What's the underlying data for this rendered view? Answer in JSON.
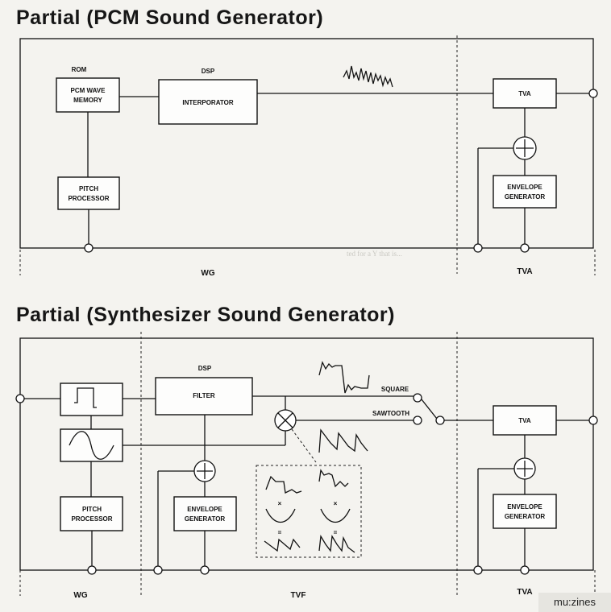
{
  "pcm": {
    "title": "Partial (PCM Sound Generator)",
    "rom_label": "ROM",
    "rom_box": [
      "PCM WAVE",
      "MEMORY"
    ],
    "dsp_label": "DSP",
    "dsp_box": "INTERPORATOR",
    "pitch_box": [
      "PITCH",
      "PROCESSOR"
    ],
    "tva_box": "TVA",
    "env_box": [
      "ENVELOPE",
      "GENERATOR"
    ],
    "section_wg": "WG",
    "section_tva": "TVA"
  },
  "synth": {
    "title": "Partial (Synthesizer Sound Generator)",
    "dsp_label": "DSP",
    "filter_box": "FILTER",
    "pitch_box": [
      "PITCH",
      "PROCESSOR"
    ],
    "env_box": [
      "ENVELOPE",
      "GENERATOR"
    ],
    "tva_box": "TVA",
    "env2_box": [
      "ENVELOPE",
      "GENERATOR"
    ],
    "square": "SQUARE",
    "sawtooth": "SAWTOOTH",
    "times": "×",
    "equals": "=",
    "section_wg": "WG",
    "section_tvf": "TVF",
    "section_tva": "TVA"
  },
  "logo": "mu:zines"
}
